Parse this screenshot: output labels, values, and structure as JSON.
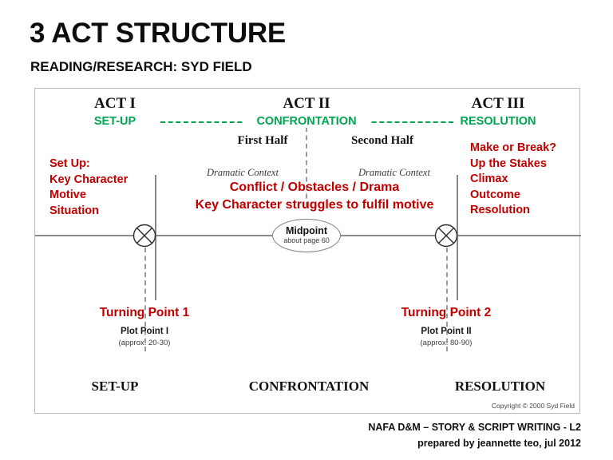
{
  "header": {
    "title": "3 ACT STRUCTURE",
    "subtitle": "READING/RESEARCH: SYD FIELD"
  },
  "colors": {
    "red": "#c00000",
    "green": "#00a550",
    "line_gray": "#8a8a8a",
    "frame_gray": "#b9b9b9",
    "text_black": "#111111"
  },
  "acts": [
    {
      "heading": "ACT I",
      "subtitle": "SET-UP"
    },
    {
      "heading": "ACT II",
      "subtitle": "CONFRONTATION"
    },
    {
      "heading": "ACT III",
      "subtitle": "RESOLUTION"
    }
  ],
  "halves": {
    "first": "First Half",
    "second": "Second Half"
  },
  "dramatic_context": {
    "left": "Dramatic Context",
    "right": "Dramatic Context"
  },
  "act_one_notes": [
    "Set Up:",
    "Key Character",
    "Motive",
    "Situation"
  ],
  "act_two_notes": [
    "Conflict / Obstacles / Drama",
    "Key Character struggles to fulfil motive"
  ],
  "act_three_notes": [
    "Make or Break?",
    "Up the Stakes",
    "Climax",
    "Outcome",
    "Resolution"
  ],
  "midpoint": {
    "label": "Midpoint",
    "page": "about page 60"
  },
  "turning_points": [
    {
      "title": "Turning Point 1",
      "plot_point": "Plot Point I",
      "range": "(approx. 20-30)"
    },
    {
      "title": "Turning Point 2",
      "plot_point": "Plot Point II",
      "range": "(approx. 80-90)"
    }
  ],
  "bottom_labels": [
    "SET-UP",
    "CONFRONTATION",
    "RESOLUTION"
  ],
  "copyright": "Copyright © 2000 Syd Field",
  "footer": {
    "line1": "NAFA D&M – STORY & SCRIPT WRITING - L2",
    "line2": "prepared by jeannette teo, jul 2012"
  }
}
